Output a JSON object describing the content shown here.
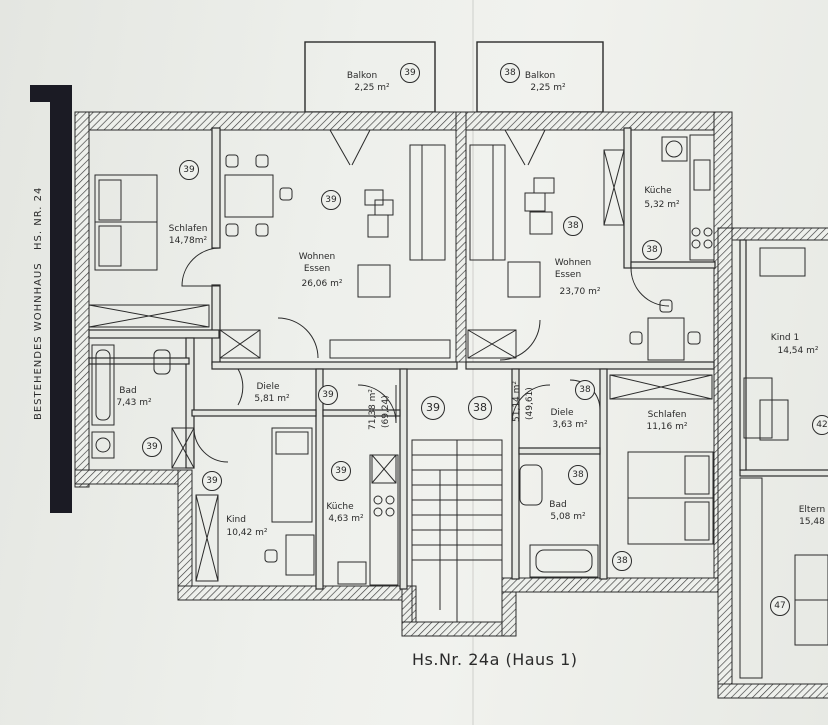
{
  "rooms": {
    "balkon_left": {
      "name": "Balkon",
      "area": "2,25 m²",
      "unit": "39"
    },
    "balkon_right": {
      "name": "Balkon",
      "area": "2,25 m²",
      "unit": "38"
    },
    "schlafen_left": {
      "name": "Schlafen",
      "area": "14,78m²"
    },
    "wohnen_left": {
      "name": "Wohnen",
      "name2": "Essen",
      "area": "26,06 m²"
    },
    "bad_left": {
      "name": "Bad",
      "area": "7,43 m²"
    },
    "diele_left": {
      "name": "Diele",
      "area": "5,81 m²"
    },
    "kind_left": {
      "name": "Kind",
      "area": "10,42 m²"
    },
    "kueche_left": {
      "name": "Küche",
      "area": "4,63 m²"
    },
    "wohnen_right": {
      "name": "Wohnen",
      "name2": "Essen",
      "area": "23,70 m²"
    },
    "kueche_right": {
      "name": "Küche",
      "area": "5,32 m²"
    },
    "diele_right": {
      "name": "Diele",
      "area": "3,63 m²"
    },
    "bad_right": {
      "name": "Bad",
      "area": "5,08 m²"
    },
    "schlafen_right": {
      "name": "Schlafen",
      "area": "11,16 m²"
    },
    "kind1": {
      "name": "Kind 1",
      "area": "14,54 m²"
    },
    "eltern": {
      "name": "Eltern",
      "area": "15,48"
    }
  },
  "unit_numbers": {
    "u39": "39",
    "u38": "38",
    "u42": "42",
    "u47": "47"
  },
  "unit_areas": {
    "left_total": "71,38 m²",
    "left_total2": "(69,24)",
    "right_total": "51,14 m²",
    "right_total2": "(49,61)"
  },
  "side_text": {
    "neighbor": "BESTEHENDES WOHNHAUS",
    "house_no": "HS. NR. 24"
  },
  "footer": "Hs.Nr. 24a (Haus 1)"
}
